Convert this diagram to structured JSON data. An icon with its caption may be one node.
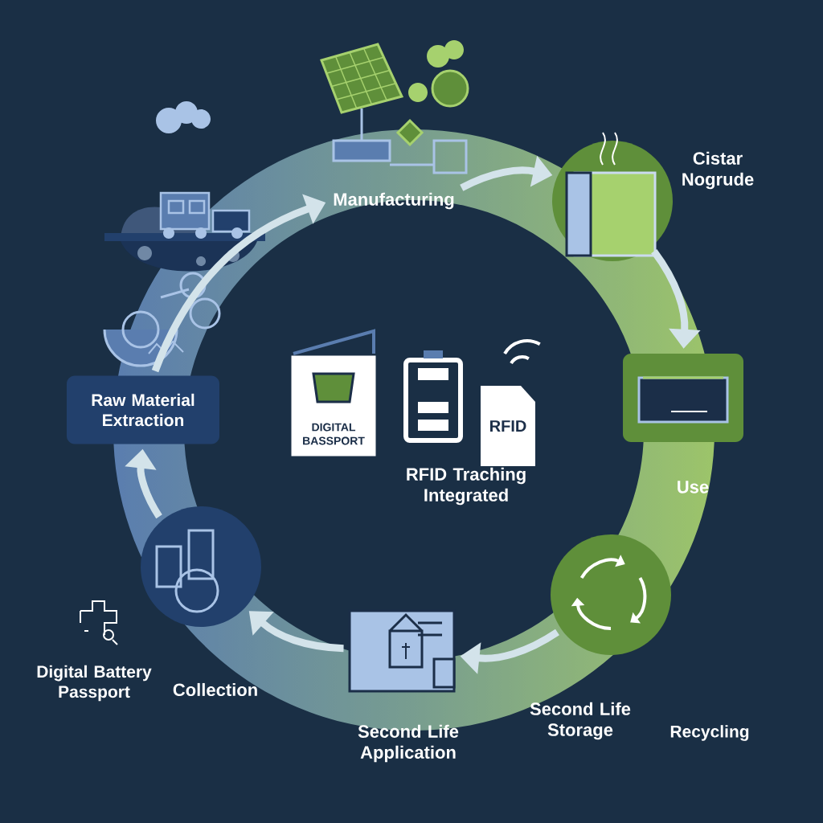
{
  "diagram": {
    "nodes": [
      {
        "text": [
          "Raw Material Extraction"
        ]
      },
      {
        "text": [
          "Manufacturing"
        ]
      },
      {
        "text": [
          "Cistar Nogrude"
        ]
      },
      {
        "text": [
          "Use"
        ]
      },
      {
        "text": [
          "Second Life Storage"
        ]
      },
      {
        "text": [
          "Second Life Application"
        ]
      },
      {
        "text": [
          "Collection"
        ]
      },
      {
        "text": [
          "DIGITAL BASSPORT"
        ]
      },
      {
        "text": [
          "RFID"
        ]
      }
    ],
    "edges": [
      {
        "from": 0,
        "to": 1,
        "arrow": "to"
      },
      {
        "from": 1,
        "to": 2,
        "arrow": "to"
      },
      {
        "from": 2,
        "to": 3,
        "arrow": "to"
      },
      {
        "from": 4,
        "to": 5,
        "arrow": "to"
      },
      {
        "from": 5,
        "to": 6,
        "arrow": "to"
      },
      {
        "from": 6,
        "to": 0,
        "arrow": "to"
      }
    ],
    "labels": [
      "RFID Traching Integrated",
      "Digital Battery Passport",
      "Recycling"
    ]
  }
}
